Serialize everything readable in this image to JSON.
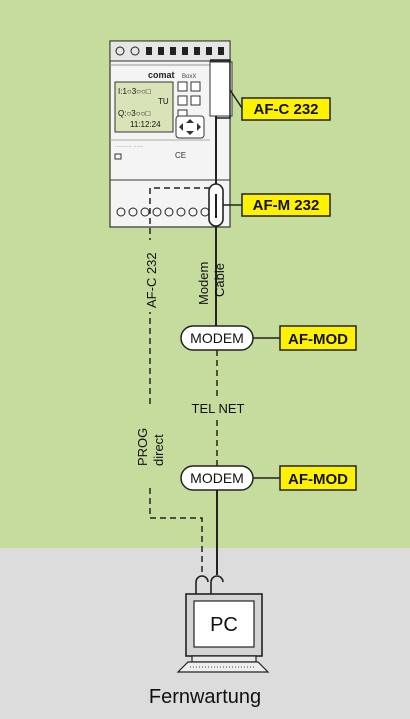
{
  "plc": {
    "brand": "comat",
    "model": "BoxX",
    "display_line1": "I:1○3○○□",
    "display_line2": "TU",
    "display_line3": "Q:○3○○□",
    "display_line4": "11:12:24"
  },
  "labels": {
    "af_c232": "AF-C 232",
    "af_m232": "AF-M 232",
    "af_mod_top": "AF-MOD",
    "af_mod_bottom": "AF-MOD",
    "modem_top": "MODEM",
    "modem_bottom": "MODEM",
    "modem_cable_1": "Modem",
    "modem_cable_2": "Cable",
    "tel_net": "TEL NET",
    "af_c232_vertical": "AF-C 232",
    "prog": "PROG",
    "direct": "direct",
    "pc": "PC"
  },
  "footer": {
    "title": "Fernwartung"
  },
  "colors": {
    "green_bg": "#c6dc9d",
    "grey_bg": "#dcdcdc",
    "label_yellow": "#fff200"
  }
}
